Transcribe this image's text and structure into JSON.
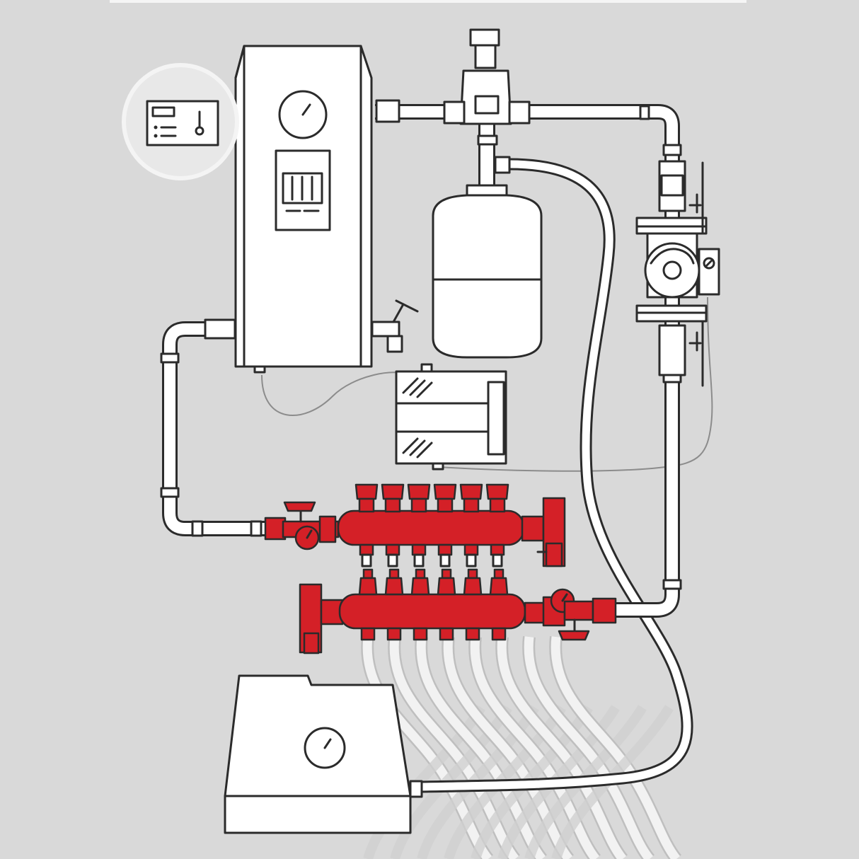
{
  "colors": {
    "background": "#d9d9d9",
    "outline": "#2b2b2b",
    "fill": "#ffffff",
    "manifold": "#d42027",
    "floor_pipes": "#f2f2f2",
    "cable": "#8c8c8c"
  },
  "components": [
    {
      "id": "electric-boiler",
      "icon": "boiler-cabinet"
    },
    {
      "id": "boiler-pressure-gauge",
      "icon": "gauge-icon"
    },
    {
      "id": "boiler-control-panel",
      "icon": "display-panel"
    },
    {
      "id": "room-thermostat",
      "icon": "thermostat-icon"
    },
    {
      "id": "air-vent-group",
      "icon": "air-vent-icon"
    },
    {
      "id": "expansion-vessel",
      "icon": "tank-icon"
    },
    {
      "id": "circulation-pump",
      "icon": "pump-icon"
    },
    {
      "id": "control-box",
      "icon": "electrical-box"
    },
    {
      "id": "supply-manifold",
      "icon": "manifold-icon"
    },
    {
      "id": "return-manifold",
      "icon": "manifold-icon"
    },
    {
      "id": "storage-tank",
      "icon": "tank-gauge-icon"
    },
    {
      "id": "underfloor-heating-loops",
      "icon": "pipe-loops"
    }
  ],
  "supply_manifold_ports": 6,
  "return_manifold_ports": 6,
  "floor_loops": 8
}
